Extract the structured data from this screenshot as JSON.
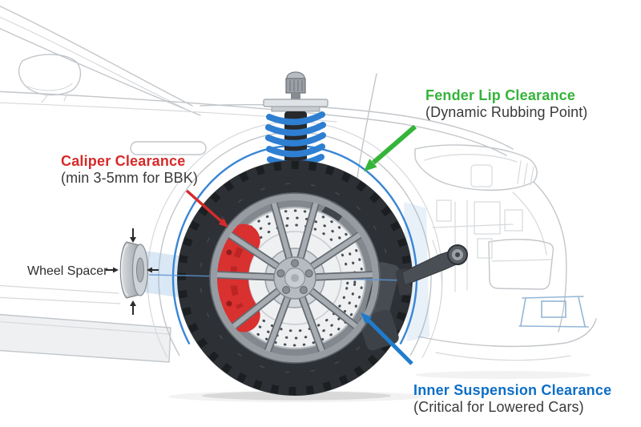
{
  "annotations": {
    "caliper": {
      "title": "Caliper Clearance",
      "subtitle": "(min 3-5mm for BBK)"
    },
    "fender": {
      "title": "Fender Lip Clearance",
      "subtitle": "(Dynamic Rubbing Point)"
    },
    "wheel_spacer": {
      "label": "Wheel Spacer"
    },
    "inner_suspension": {
      "title": "Inner Suspension Clearance",
      "subtitle": "(Critical for Lowered Cars)"
    }
  },
  "colors": {
    "caliper_accent": "#d62a2a",
    "fender_accent": "#35b43a",
    "suspension_accent": "#0d6ec6",
    "subtitle_text": "#3a3a3a",
    "spacer_text": "#2e2e2e",
    "spring_blue": "#2e7fd2",
    "arc_blue": "#3a86d4",
    "caliper_red": "#d8312f"
  }
}
